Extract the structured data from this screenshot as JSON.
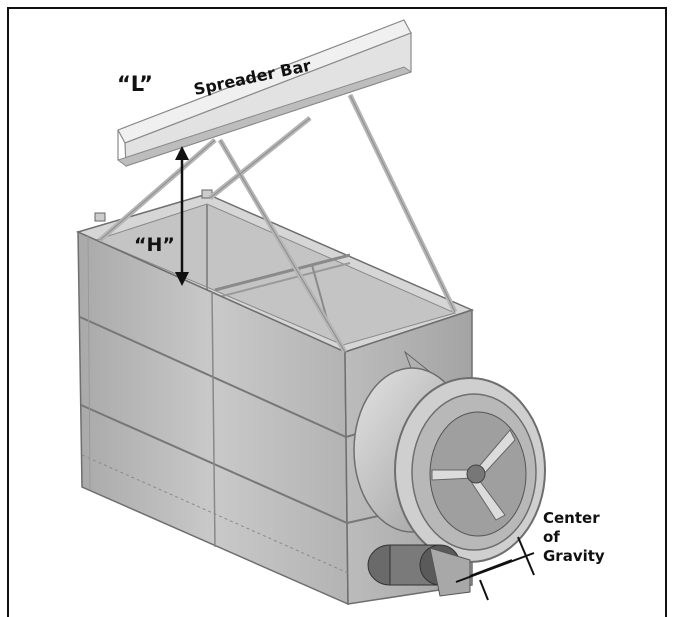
{
  "labels": {
    "length": "“L”",
    "height": "“H”",
    "spreader_bar": "Spreader Bar",
    "center_of_gravity": [
      "Center",
      "of",
      "Gravity"
    ]
  },
  "colors": {
    "frame": "#111111",
    "unit_light": "#d9d9d9",
    "unit_mid": "#bdbdbd",
    "unit_dark": "#9e9e9e",
    "bar_face": "#e6e6e6"
  }
}
